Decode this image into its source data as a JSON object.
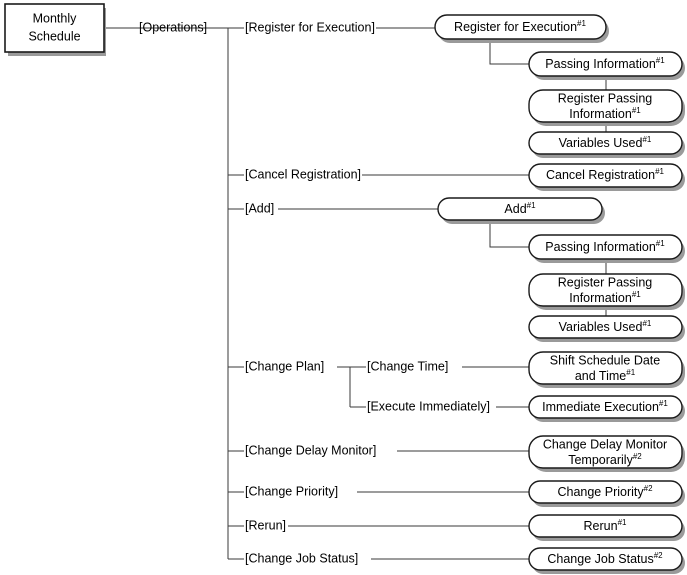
{
  "diagram": {
    "type": "tree",
    "title": "Monthly Schedule operations menu tree",
    "root": {
      "label_line1": "Monthly",
      "label_line2": "Schedule"
    },
    "trunk_label": "[Operations]",
    "branches": [
      {
        "label": "[Register for Execution]",
        "node": {
          "text": "Register for Execution",
          "sup": "#1"
        },
        "children": [
          {
            "text": "Passing Information",
            "sup": "#1"
          },
          {
            "text_line1": "Register Passing",
            "text_line2": "Information",
            "sup": "#1"
          },
          {
            "text": "Variables Used",
            "sup": "#1"
          }
        ]
      },
      {
        "label": "[Cancel Registration]",
        "node": {
          "text": "Cancel Registration",
          "sup": "#1"
        },
        "children": []
      },
      {
        "label": "[Add]",
        "node": {
          "text": "Add",
          "sup": "#1"
        },
        "children": [
          {
            "text": "Passing Information",
            "sup": "#1"
          },
          {
            "text_line1": "Register Passing",
            "text_line2": "Information",
            "sup": "#1"
          },
          {
            "text": "Variables Used",
            "sup": "#1"
          }
        ]
      },
      {
        "label": "[Change Plan]",
        "sublabels": [
          {
            "label": "[Change Time]",
            "node": {
              "text_line1": "Shift Schedule Date",
              "text_line2": "and Time",
              "sup": "#1"
            }
          },
          {
            "label": "[Execute Immediately]",
            "node": {
              "text": "Immediate Execution",
              "sup": "#1"
            }
          }
        ]
      },
      {
        "label": "[Change Delay Monitor]",
        "node": {
          "text_line1": "Change Delay Monitor",
          "text_line2": "Temporarily",
          "sup": "#2"
        }
      },
      {
        "label": "[Change Priority]",
        "node": {
          "text": "Change Priority",
          "sup": "#2"
        }
      },
      {
        "label": "[Rerun]",
        "node": {
          "text": "Rerun",
          "sup": "#1"
        }
      },
      {
        "label": "[Change Job Status]",
        "node": {
          "text": "Change Job Status",
          "sup": "#2"
        }
      }
    ],
    "colors": {
      "line": "#3a3a3a",
      "box_border": "#1a1a1a",
      "box_fill": "#ffffff",
      "shadow": "#9a9a9a",
      "text": "#000000",
      "background": "#ffffff"
    }
  }
}
